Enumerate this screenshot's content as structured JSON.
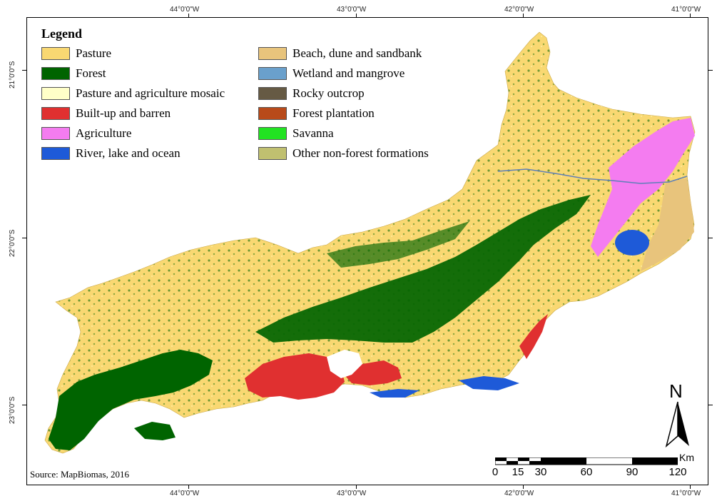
{
  "coords": {
    "top": [
      "44°0'0\"W",
      "43°0'0\"W",
      "42°0'0\"W",
      "41°0'0\"W"
    ],
    "bottom": [
      "44°0'0\"W",
      "43°0'0\"W",
      "42°0'0\"W",
      "41°0'0\"W"
    ],
    "left": [
      "21°0'0\"S",
      "22°0'0\"S",
      "23°0'0\"S"
    ]
  },
  "legend": {
    "title": "Legend",
    "items": [
      {
        "label": "Pasture",
        "color": "#f9d872"
      },
      {
        "label": "Forest",
        "color": "#006400"
      },
      {
        "label": "Pasture and agriculture mosaic",
        "color": "#ffffc8"
      },
      {
        "label": "Built-up and barren",
        "color": "#e03030"
      },
      {
        "label": "Agriculture",
        "color": "#f47cf0"
      },
      {
        "label": "River, lake and ocean",
        "color": "#1e5ad8"
      },
      {
        "label": "Beach, dune and sandbank",
        "color": "#e8c47c"
      },
      {
        "label": "Wetland and mangrove",
        "color": "#6aa0cc"
      },
      {
        "label": "Rocky outcrop",
        "color": "#665a44"
      },
      {
        "label": "Forest plantation",
        "color": "#b84a1a"
      },
      {
        "label": "Savanna",
        "color": "#22e322"
      },
      {
        "label": "Other non-forest formations",
        "color": "#c0c070"
      }
    ]
  },
  "source": "Source: MapBiomas, 2016",
  "north": "N",
  "scale": {
    "unit": "Km",
    "labels": [
      "0",
      "15",
      "30",
      "60",
      "90",
      "120"
    ]
  }
}
